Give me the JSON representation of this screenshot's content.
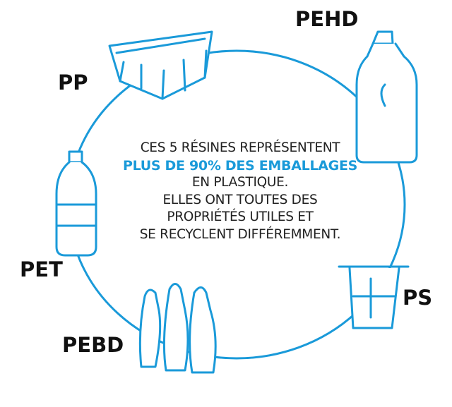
{
  "colors": {
    "accent": "#1a9ad9",
    "text": "#222222"
  },
  "labels": {
    "pp": "PP",
    "pehd": "PEHD",
    "pet": "PET",
    "ps": "PS",
    "pebd": "PEBD"
  },
  "center": {
    "line1": "CES 5 RÉSINES REPRÉSENTENT",
    "highlight": "PLUS DE 90% DES EMBALLAGES",
    "line3": "EN PLASTIQUE.",
    "line4": "ELLES ONT TOUTES DES",
    "line5": "PROPRIÉTÉS UTILES ET",
    "line6": "SE RECYCLENT DIFFÉREMMENT."
  },
  "icons": [
    "tray-icon",
    "detergent-bottle-icon",
    "water-bottle-icon",
    "cup-icon",
    "plastic-bags-icon"
  ]
}
